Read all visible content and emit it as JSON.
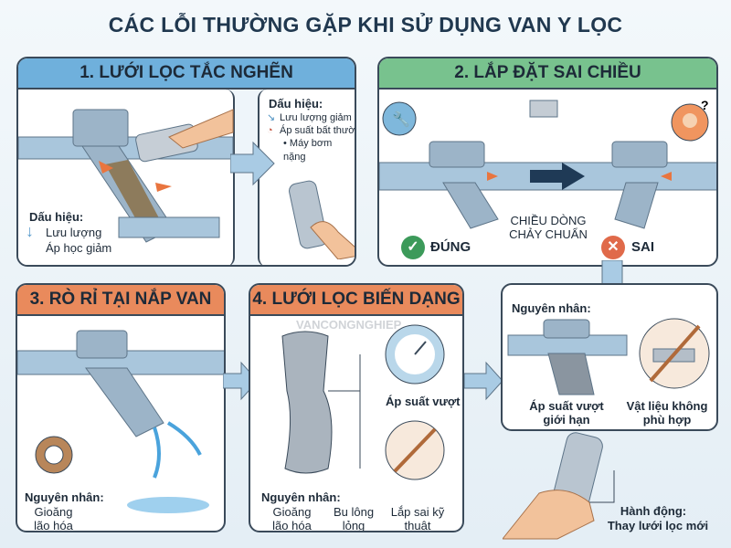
{
  "title": "CÁC LỖI THƯỜNG GẶP KHI SỬ DỤNG VAN Y LỌC",
  "colors": {
    "blue_header": "#6fb0dc",
    "green_header": "#78c28e",
    "orange_header": "#e98a5c",
    "pipe": "#8aa7bf",
    "arrow": "#e9753f",
    "ok": "#3c9a5a",
    "bad": "#e06a4a"
  },
  "panel1": {
    "header": "1. LƯỚI LỌC TẮC NGHẼN",
    "left_label": "Dấu hiệu:",
    "left_items": [
      "Lưu lượng",
      "Áp học giảm"
    ],
    "right_label": "Dấu hiệu:",
    "right_items": [
      "Lưu lượng giảm",
      "Áp suất bất thường",
      "• Máy bơm nặng"
    ]
  },
  "panel2": {
    "header": "2. LẮP ĐẶT SAI CHIỀU",
    "flow_label": "CHIỀU DÒNG CHẢY CHUẨN",
    "correct": "ĐÚNG",
    "wrong": "SAI",
    "icons": [
      "wrench-icon",
      "metal-bars-icon",
      "confused-worker-icon",
      "check-icon",
      "x-icon"
    ]
  },
  "panel3": {
    "header": "3. RÒ RỈ TẠI NẮP VAN",
    "cause_label": "Nguyên nhân:",
    "cause": "Gioăng lão hóa"
  },
  "panel4": {
    "header": "4. LƯỚI LỌC BIẾN DẠNG",
    "gauge_label": "Áp suất vượt",
    "cause_label": "Nguyên nhân:",
    "causes": [
      "Gioăng lão hóa",
      "Bu lông lỏng",
      "Lắp sai kỹ thuật"
    ]
  },
  "panel5": {
    "cause_label": "Nguyên nhân:",
    "causes": [
      "Áp suất vượt giới hạn",
      "Vật liệu không phù hợp"
    ],
    "action_label": "Hành động:",
    "action": "Thay lưới lọc mới"
  },
  "watermark": "VANCONGNGHIEP"
}
